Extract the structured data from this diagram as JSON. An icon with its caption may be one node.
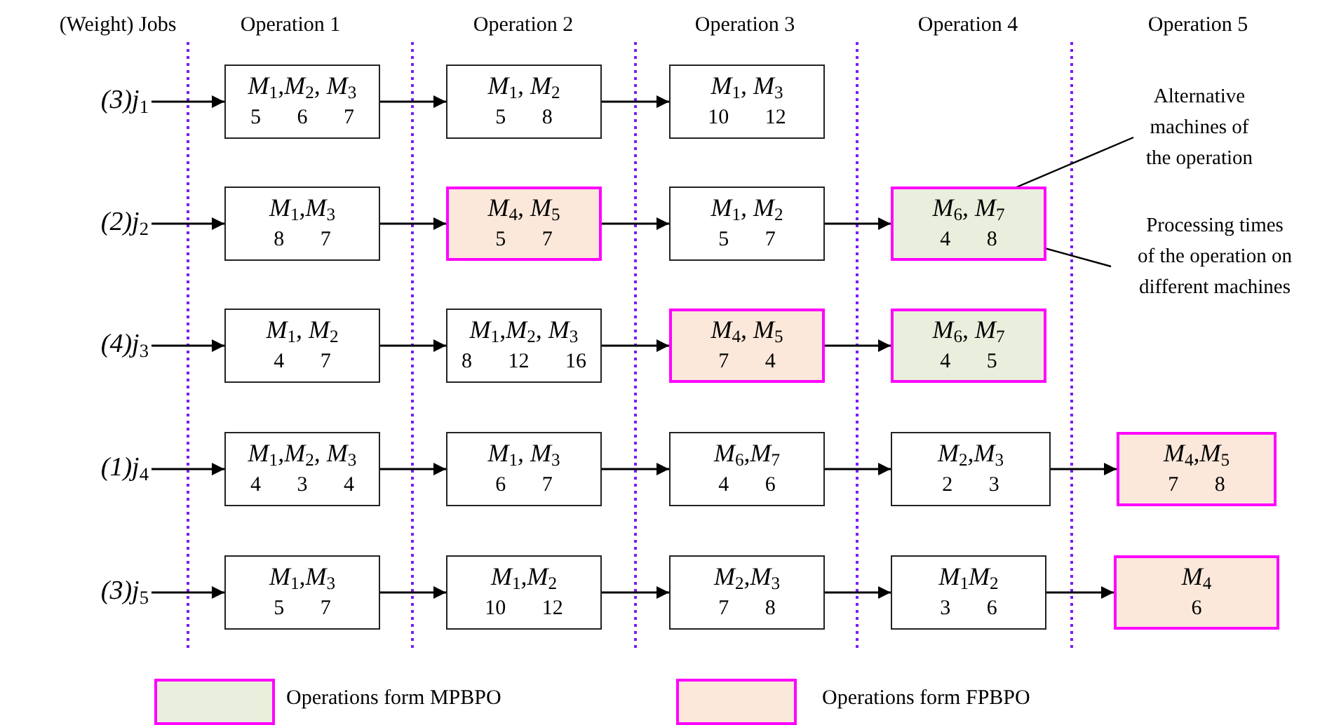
{
  "diagram": {
    "nodes": [
      {
        "text": [
          "(3)j$_{1}$"
        ]
      },
      {
        "text": [
          "M$_{1}$,M$_{2}$, M$_{3}$",
          "5 6 7"
        ]
      },
      {
        "text": [
          "M$_{1}$, M$_{2}$",
          "5 8"
        ]
      },
      {
        "text": [
          "M$_{1}$, M$_{3}$",
          "10 12"
        ]
      },
      {
        "text": [
          "Alternative machines of the operation"
        ]
      },
      {
        "text": [
          "(2)j$_{2}$"
        ]
      },
      {
        "text": [
          "M$_{1}$,M$_{3}$",
          "8 7"
        ]
      },
      {
        "text": [
          "M$_{4}$, M$_{5}$",
          "5 7"
        ]
      },
      {
        "text": [
          "M$_{1}$, M$_{2}$",
          "5 7"
        ]
      },
      {
        "text": [
          "M$_{6}$, M$_{7}$",
          "4 8"
        ]
      },
      {
        "text": [
          "Processing times of the operation on different machines"
        ]
      },
      {
        "text": [
          "(4)j$_{3}$"
        ]
      },
      {
        "text": [
          "M$_{1}$, M$_{2}$",
          "4 7"
        ]
      },
      {
        "text": [
          "M$_{1}$,M$_{2}$, M$_{3}$",
          "8 12 16"
        ]
      },
      {
        "text": [
          "M$_{4}$, M$_{5}$",
          "7 4"
        ]
      },
      {
        "text": [
          "M$_{6}$, M$_{7}$",
          "4 5"
        ]
      },
      {
        "text": [
          "(1)j$_{4}$"
        ]
      },
      {
        "text": [
          "M$_{1}$,M$_{2}$, M$_{3}$",
          "4 3 4"
        ]
      },
      {
        "text": [
          "M$_{1}$, M$_{3}$",
          "6 7"
        ]
      },
      {
        "text": [
          "M$_{6}$,M$_{7}$",
          "4 6"
        ]
      },
      {
        "text": [
          "M$_{2}$,M$_{3}$",
          "2 3"
        ]
      },
      {
        "text": [
          "M$_{4}$,M$_{5}$",
          "7 8"
        ]
      },
      {
        "text": [
          "(3)j$_{5}$"
        ]
      },
      {
        "text": [
          "M$_{1}$,M$_{3}$",
          "5 7"
        ]
      },
      {
        "text": [
          "M$_{1}$,M$_{2}$",
          "10 12"
        ]
      },
      {
        "text": [
          "M$_{2}$,M$_{3}$",
          "7 8"
        ]
      },
      {
        "text": [
          "M$_{1}$M$_{2}$",
          "3 6"
        ]
      },
      {
        "text": [
          "M$_{4}$",
          "6"
        ]
      }
    ],
    "edges": [
      {
        "from": 0,
        "to": 1,
        "arrow": "to"
      },
      {
        "from": 1,
        "to": 2,
        "arrow": "to"
      },
      {
        "from": 2,
        "to": 3,
        "arrow": "to"
      },
      {
        "from": 5,
        "to": 6,
        "arrow": "to"
      },
      {
        "from": 6,
        "to": 7,
        "arrow": "to"
      },
      {
        "from": 7,
        "to": 8,
        "arrow": "to"
      },
      {
        "from": 8,
        "to": 9,
        "arrow": "to"
      },
      {
        "from": 11,
        "to": 12,
        "arrow": "to"
      },
      {
        "from": 12,
        "to": 13,
        "arrow": "to"
      },
      {
        "from": 13,
        "to": 14,
        "arrow": "to"
      },
      {
        "from": 14,
        "to": 15,
        "arrow": "to"
      },
      {
        "from": 16,
        "to": 17,
        "arrow": "to"
      },
      {
        "from": 17,
        "to": 18,
        "arrow": "to"
      },
      {
        "from": 18,
        "to": 19,
        "arrow": "to"
      },
      {
        "from": 19,
        "to": 20,
        "arrow": "to"
      },
      {
        "from": 20,
        "to": 21,
        "arrow": "to"
      },
      {
        "from": 22,
        "to": 23,
        "arrow": "to"
      },
      {
        "from": 23,
        "to": 24,
        "arrow": "to"
      },
      {
        "from": 24,
        "to": 25,
        "arrow": "to"
      },
      {
        "from": 25,
        "to": 26,
        "arrow": "to"
      },
      {
        "from": 26,
        "to": 27,
        "arrow": "to"
      },
      {
        "from": 4,
        "to": 9,
        "arrow": "none"
      },
      {
        "from": 10,
        "to": 9,
        "arrow": "none"
      }
    ],
    "labels": [
      "(Weight) Jobs",
      "Operation 1",
      "Operation 2",
      "Operation 3",
      "Operation 4",
      "Operation 5"
    ],
    "legend": [
      {
        "text": "Operations form MPBPO",
        "color": "#e9efdc"
      },
      {
        "text": "Operations form FPBPO",
        "color": "#fbe8da"
      }
    ]
  }
}
